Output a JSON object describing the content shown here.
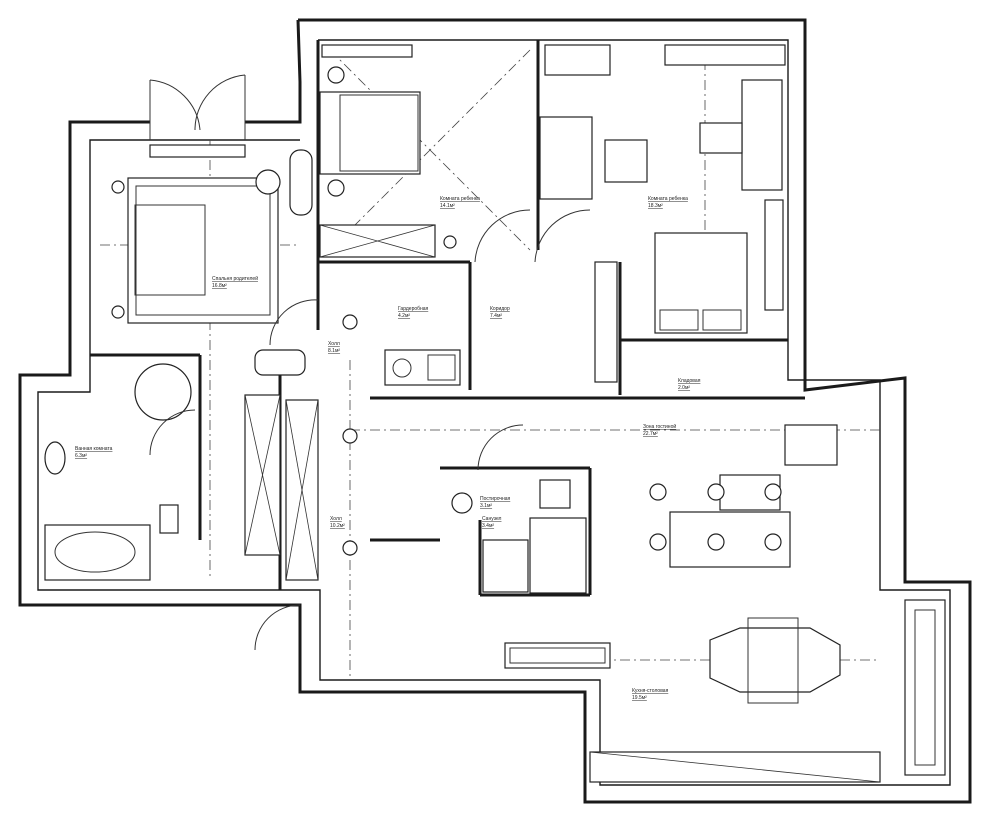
{
  "title": "Floor plan",
  "rooms": [
    {
      "name": "master-bedroom",
      "label": "Спальня родителей",
      "area": "16.8м²"
    },
    {
      "name": "bedroom-2",
      "label": "Комната ребенка",
      "area": "14.1м²"
    },
    {
      "name": "bedroom-3",
      "label": "Комната ребенка",
      "area": "18.3м²"
    },
    {
      "name": "bathroom-1",
      "label": "Ванная комната",
      "area": "6.3м²"
    },
    {
      "name": "wardrobe",
      "label": "Гардеробная",
      "area": "4.2м²"
    },
    {
      "name": "hall-1",
      "label": "Холл",
      "area": "8.1м²"
    },
    {
      "name": "corridor",
      "label": "Коридор",
      "area": "7.4м²"
    },
    {
      "name": "hall-2",
      "label": "Холл",
      "area": "10.2м²"
    },
    {
      "name": "laundry",
      "label": "Постирочная",
      "area": "3.1м²"
    },
    {
      "name": "bathroom-2",
      "label": "Санузел",
      "area": "3.4м²"
    },
    {
      "name": "living-room",
      "label": "Зона гостиной",
      "area": "22.7м²"
    },
    {
      "name": "kitchen-dining",
      "label": "Кухня-столовая",
      "area": "19.5м²"
    },
    {
      "name": "storage",
      "label": "Кладовая",
      "area": "2.0м²"
    }
  ]
}
